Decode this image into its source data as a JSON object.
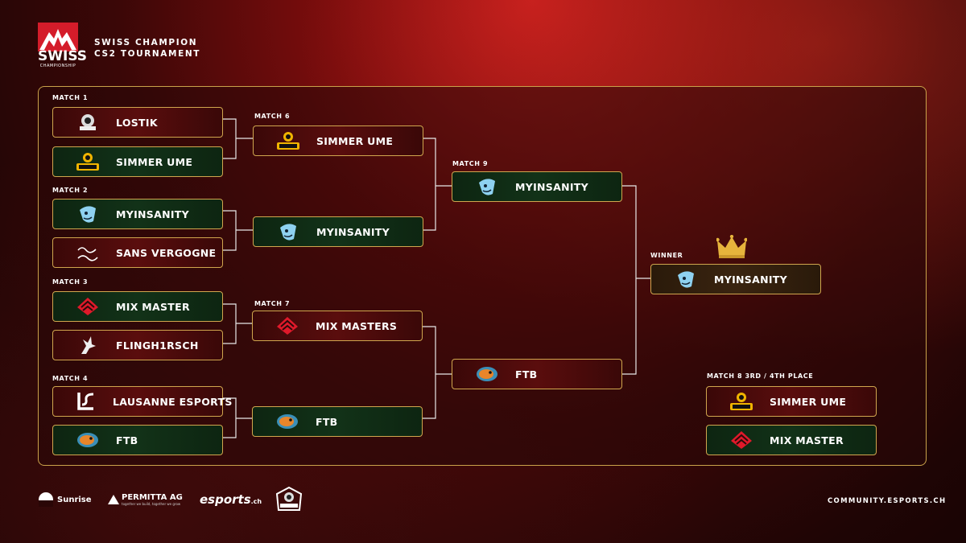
{
  "brand": {
    "logo_word": "SWISS",
    "logo_sub": "CHAMPIONSHIP",
    "title_line1": "SWISS CHAMPION",
    "title_line2": "CS2 TOURNAMENT"
  },
  "colors": {
    "frame": "#c9a24a",
    "loss": "#5a0d0d",
    "win": "#123218",
    "champion": "#3a2410",
    "accent": "#e0192a"
  },
  "labels": {
    "match1": "MATCH 1",
    "match2": "MATCH 2",
    "match3": "MATCH 3",
    "match4": "MATCH 4",
    "match6": "MATCH 6",
    "match7": "MATCH 7",
    "match9": "MATCH 9",
    "winner": "WINNER",
    "match8": "MATCH 8 3RD / 4TH PLACE"
  },
  "round1": [
    {
      "team": "LOSTIK",
      "icon": "lostik-icon",
      "result": "loss"
    },
    {
      "team": "SIMMER UME",
      "icon": "ume-icon",
      "result": "win"
    },
    {
      "team": "MYINSANITY",
      "icon": "myinsanity-icon",
      "result": "win"
    },
    {
      "team": "SANS VERGOGNE",
      "icon": "sans-vergogne-icon",
      "result": "loss"
    },
    {
      "team": "MIX MASTER",
      "icon": "mix-master-icon",
      "result": "win"
    },
    {
      "team": "FLINGH1RSCH",
      "icon": "flinghirsch-icon",
      "result": "loss"
    },
    {
      "team": "LAUSANNE ESPORTS",
      "icon": "lausanne-icon",
      "result": "loss"
    },
    {
      "team": "FTB",
      "icon": "ftb-icon",
      "result": "win"
    }
  ],
  "round2": [
    {
      "team": "SIMMER UME",
      "icon": "ume-icon",
      "result": "loss"
    },
    {
      "team": "MYINSANITY",
      "icon": "myinsanity-icon",
      "result": "win"
    },
    {
      "team": "MIX MASTERS",
      "icon": "mix-master-icon",
      "result": "loss"
    },
    {
      "team": "FTB",
      "icon": "ftb-icon",
      "result": "win"
    }
  ],
  "round3": [
    {
      "team": "MYINSANITY",
      "icon": "myinsanity-icon",
      "result": "win"
    },
    {
      "team": "FTB",
      "icon": "ftb-icon",
      "result": "loss"
    }
  ],
  "winner": {
    "team": "MYINSANITY",
    "icon": "myinsanity-icon"
  },
  "third_place": [
    {
      "team": "SIMMER UME",
      "icon": "ume-icon",
      "result": "loss"
    },
    {
      "team": "MIX MASTER",
      "icon": "mix-master-icon",
      "result": "win"
    }
  ],
  "sponsors": {
    "sunrise": "Sunrise",
    "permitta": "PERMITTA AG",
    "permitta_tag": "together we build, together we grow",
    "esports": "esports",
    "esports_tld": ".ch"
  },
  "website": "COMMUNITY.ESPORTS.CH"
}
